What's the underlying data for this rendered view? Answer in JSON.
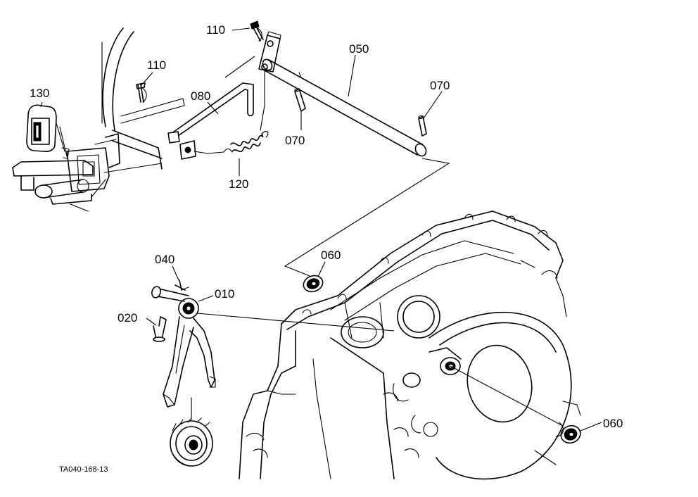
{
  "parts": {
    "p010": "010",
    "p020": "020",
    "p040": "040",
    "p050": "050",
    "p060_a": "060",
    "p060_b": "060",
    "p070_a": "070",
    "p070_b": "070",
    "p080": "080",
    "p110_a": "110",
    "p110_b": "110",
    "p120": "120",
    "p130": "130"
  },
  "figure_id": "TA040-168-13",
  "colors": {
    "ink": "#000000",
    "paper": "#ffffff"
  }
}
